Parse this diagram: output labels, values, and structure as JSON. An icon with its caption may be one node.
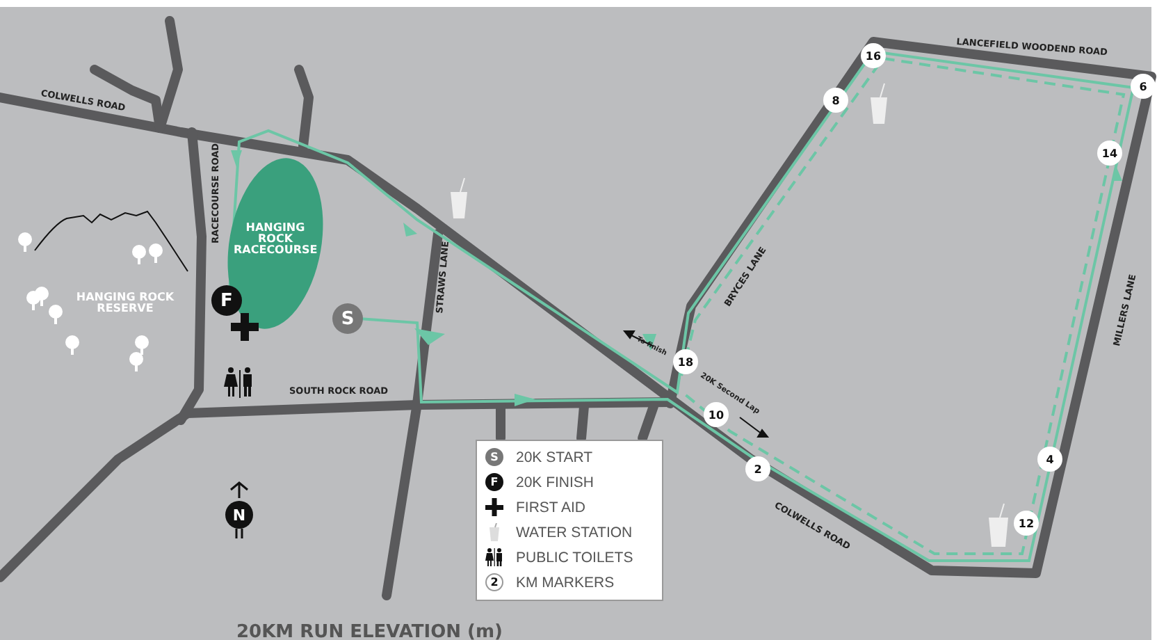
{
  "diagram": {
    "labels": [
      "COLWELLS ROAD",
      "LANCEFIELD WOODEND ROAD",
      "16",
      "6",
      "8",
      "14",
      "RACECOURSE ROAD",
      "HANGING ROCK RACECOURSE",
      "HANGING ROCK RESERVE",
      "F",
      "S",
      "STRAWS LANE",
      "BRYCES LANE",
      "MILLERS LANE",
      "To finish",
      "18",
      "SOUTH ROCK ROAD",
      "20K Second Lap",
      "10",
      "2",
      "4",
      "COLWELLS ROAD",
      "12",
      "N",
      "20KM RUN ELEVATION (m)",
      "S",
      "F",
      "2"
    ],
    "legend": [
      {
        "text": "20K START"
      },
      {
        "text": "20K FINISH"
      },
      {
        "text": "FIRST AID"
      },
      {
        "text": "WATER STATION"
      },
      {
        "text": "PUBLIC TOILETS"
      },
      {
        "text": "KM MARKERS"
      }
    ]
  }
}
